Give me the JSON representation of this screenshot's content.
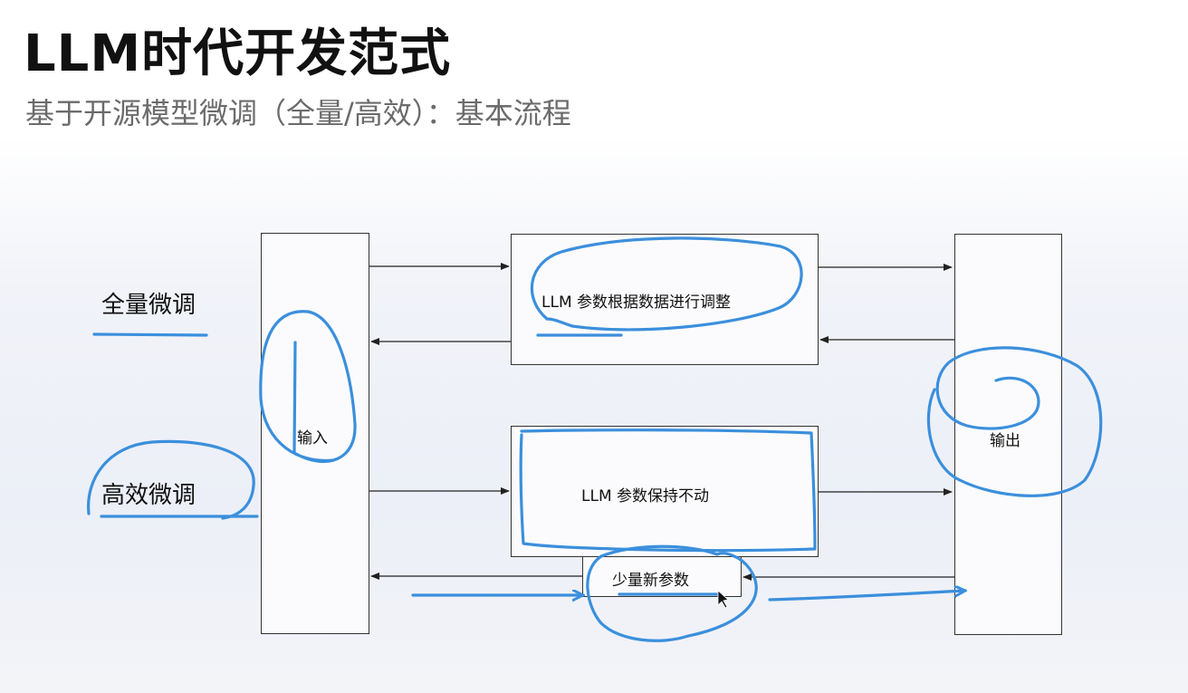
{
  "header": {
    "title": "LLM时代开发范式",
    "subtitle": "基于开源模型微调（全量/高效）：基本流程"
  },
  "diagram": {
    "legend": {
      "full_finetune": "全量微调",
      "efficient_finetune": "高效微调"
    },
    "nodes": {
      "input": "输入",
      "output": "输出",
      "full_adjust": "LLM 参数根据数据进行调整",
      "frozen": "LLM 参数保持不动",
      "new_params": "少量新参数"
    },
    "annotation_color": "#3b8fdc",
    "line_color": "#222222"
  }
}
